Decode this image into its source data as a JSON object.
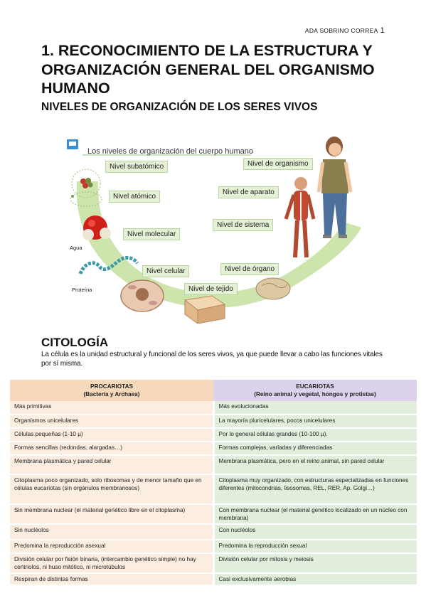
{
  "header": {
    "author": "ADA SOBRINO CORREA",
    "page": "1"
  },
  "title": "1. RECONOCIMIENTO DE LA ESTRUCTURA Y ORGANIZACIÓN GENERAL DEL ORGANISMO HUMANO",
  "subtitle": "NIVELES DE ORGANIZACIÓN DE LOS SERES VIVOS",
  "figure": {
    "heading": "Los niveles de organización del cuerpo humano",
    "labels": {
      "subatomico": "Nivel subatómico",
      "atomico": "Nivel atómico",
      "molecular": "Nivel molecular",
      "celular": "Nivel celular",
      "tejido": "Nivel de tejido",
      "organo": "Nivel de órgano",
      "sistema": "Nivel de sistema",
      "aparato": "Nivel de aparato",
      "organismo": "Nivel de organismo"
    },
    "captions": {
      "agua": "Agua",
      "proteina": "Proteína"
    },
    "colors": {
      "arc": "#c4e09d",
      "label_bg": "#e4f1d6",
      "label_border": "#b9d79c"
    }
  },
  "citologia": {
    "title": "CITOLOGÍA",
    "intro": "La célula es la unidad estructural y funcional de los seres vivos, ya que puede llevar a cabo las funciones vitales por sí misma."
  },
  "table": {
    "headers": {
      "pro": {
        "name": "PROCARIOTAS",
        "sub": "(Bacteria y Archaea)"
      },
      "euk": {
        "name": "EUCARIOTAS",
        "sub": "(Reino animal y vegetal, hongos y protistas)"
      }
    },
    "rows": [
      [
        "Más primitivas",
        "Más evolucionadas"
      ],
      [
        "Organismos unicelulares",
        "La mayoría pluricelulares, pocos unicelulares"
      ],
      [
        "Células pequeñas (1-10 µ)",
        "Por lo general células grandes (10-100 µ)."
      ],
      [
        "Formas sencillas (redondas, alargadas…)",
        "Formas complejas, variadas y diferenciadas"
      ],
      [
        "Membrana plasmática y pared celular",
        "Membrana plasmática, pero en el reino animal, sin pared celular"
      ],
      [
        "Citoplasma poco organizado, solo ribosomas y de menor tamaño que en células eucariotas (sin orgánulos membranosos)",
        "Citoplasma muy organizado, con estructuras especializadas en funciones diferentes (mitocondrias, lisosomas, REL, RER, Ap. Golgi…)"
      ],
      [
        "Sin membrana nuclear (el material genético libre en el citoplasma)",
        "Con membrana nuclear (el material genético localizado en un núcleo con membrana)"
      ],
      [
        "Sin nucléolos",
        "Con nucléolos"
      ],
      [
        "Predomina la reproducción asexual",
        "Predomina la reproducción sexual"
      ],
      [
        "División celular por fisión binaria, (intercambio genético simple) no hay centriolos, ni huso mitótico, ni microtúbulos",
        "División celular por mitosis y meiosis"
      ],
      [
        "Respiran de distintas formas",
        "Casi exclusivamente aerobias"
      ]
    ],
    "colors": {
      "pro_header": "#f6d9bb",
      "pro_cell": "#fbeee1",
      "euk_header": "#ddd2ee",
      "euk_cell": "#e2eedc"
    }
  }
}
